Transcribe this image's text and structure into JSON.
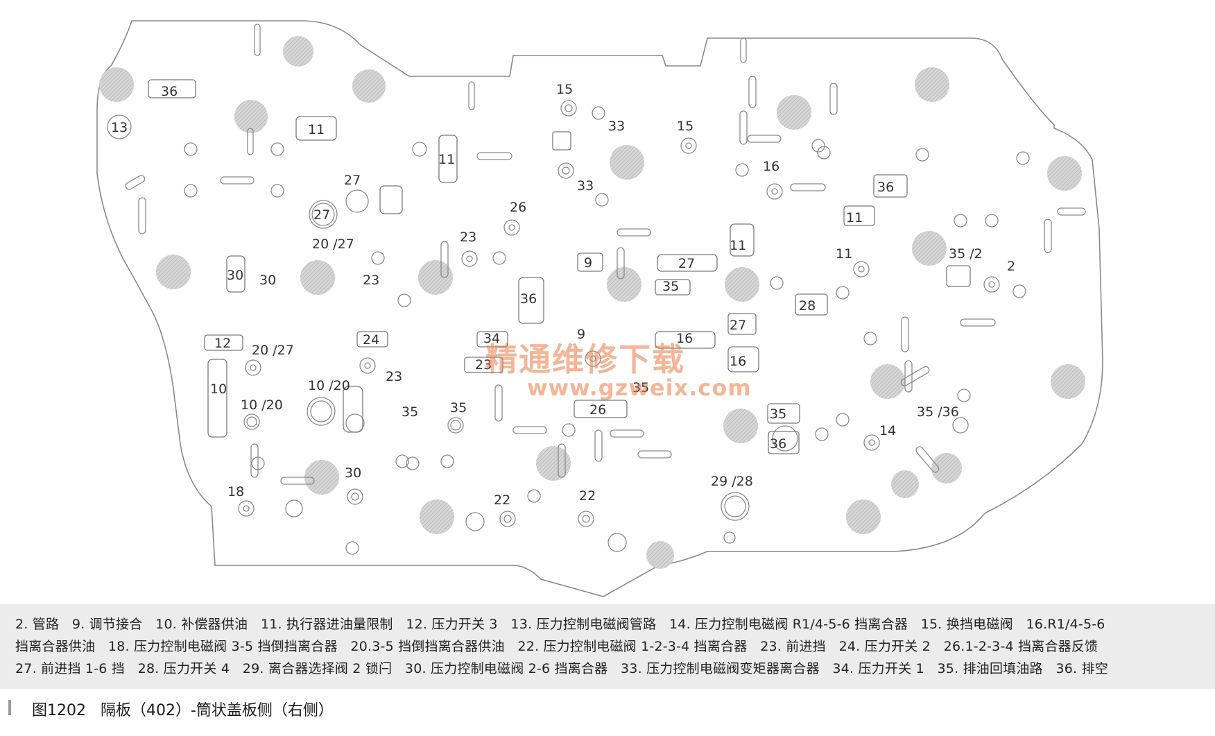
{
  "labels": {
    "l36a": "36",
    "l13": "13",
    "l11a": "11",
    "l11b": "11",
    "l27a": "27",
    "l27b": "27",
    "l20_27a": "20 /27",
    "l30a": "30",
    "l30b": "30",
    "l23a": "23",
    "l12": "12",
    "l20_27b": "20 /27",
    "l24": "24",
    "l23b": "23",
    "l10": "10",
    "l10_20a": "10 /20",
    "l10_20b": "10 /20",
    "l35a": "35",
    "l35b": "35",
    "l18": "18",
    "l30c": "30",
    "l15a": "15",
    "l33a": "33",
    "l33b": "33",
    "l15b": "15",
    "l26a": "26",
    "l23c": "23",
    "l9a": "9",
    "l36b": "36",
    "l34": "34",
    "l23d": "23",
    "l9b": "9",
    "l26b": "26",
    "l22a": "22",
    "l22b": "22",
    "l27c": "27",
    "l35c": "35",
    "l16a": "16",
    "l35d": "35",
    "l11c": "11",
    "l27d": "27",
    "l16b": "16",
    "l35e": "35",
    "l36c": "36",
    "l29_28": "29 /28",
    "l16c": "16",
    "l36d": "36",
    "l11d": "11",
    "l11e": "11",
    "l35_2": "35 /2",
    "l2": "2",
    "l28": "28",
    "l35_36": "35 /36",
    "l14": "14"
  },
  "watermark": {
    "cn": "精通维修下载",
    "url": "www.gzweix.com"
  },
  "legend": {
    "line1": "2. 管路   9. 调节接合   10. 补偿器供油   11. 执行器进油量限制   12. 压力开关 3   13. 压力控制电磁阀管路   14. 压力控制电磁阀 R1/4-5-6 挡离合器   15. 换挡电磁阀   16.R1/4-5-6",
    "line2": "挡离合器供油   18. 压力控制电磁阀 3-5 挡倒挡离合器   20.3-5 挡倒挡离合器供油   22. 压力控制电磁阀 1-2-3-4 挡离合器   23. 前进挡   24. 压力开关 2   26.1-2-3-4 挡离合器反馈",
    "line3": "27. 前进挡 1-6 挡   28. 压力开关 4   29. 离合器选择阀 2 锁闩   30. 压力控制电磁阀 2-6 挡离合器   33. 压力控制电磁阀变矩器离合器   34. 压力开关 1   35. 排油回填油路   36. 排空"
  },
  "caption": "图1202   隔板（402）-筒状盖板侧（右侧）"
}
